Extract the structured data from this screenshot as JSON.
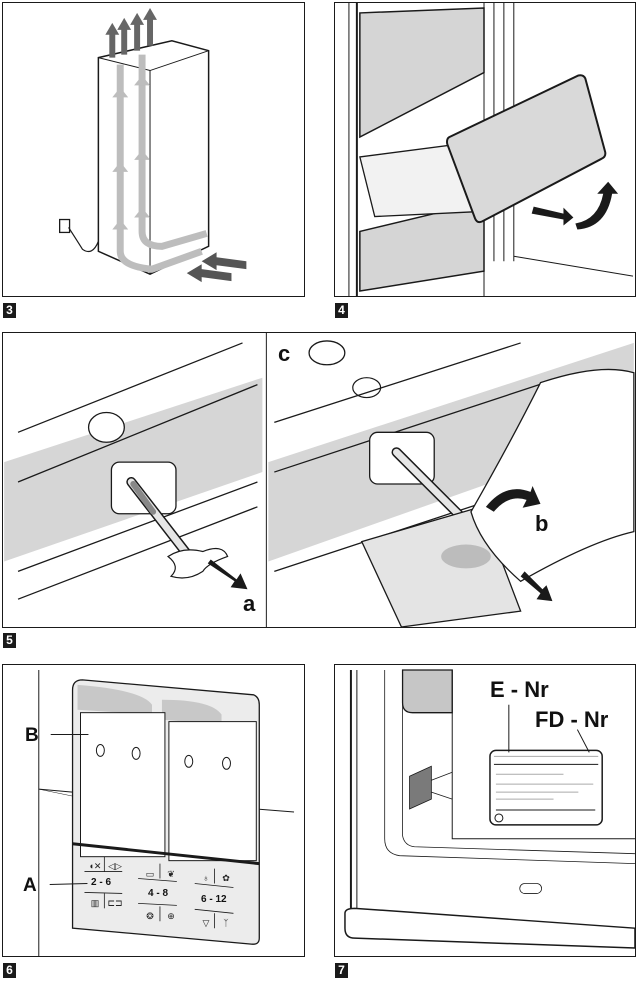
{
  "figures": [
    {
      "number": "3",
      "caption": "Ventilation airflow: air enters at the bottom front, rises behind the appliance and exits at the top"
    },
    {
      "number": "4",
      "caption": "Removing the drawer: pull out, then tilt upward"
    },
    {
      "number": "5",
      "caption": "Draining the defrost water",
      "labels": {
        "a": "a",
        "b": "b",
        "c": "c"
      }
    },
    {
      "number": "6",
      "caption": "Freezer drawer fronts and food storage table",
      "labels": {
        "A": "A",
        "B": "B"
      },
      "storage_table": [
        {
          "months": "2 - 6",
          "icons_top": [
            "fish-fatty-icon",
            "fish-icon"
          ],
          "icons_bottom": [
            "baked-goods-icon",
            "cooked-dish-icon"
          ]
        },
        {
          "months": "4 - 8",
          "icons_top": [
            "sausage-icon",
            "mushroom-icon"
          ],
          "icons_bottom": [
            "poultry-icon",
            "game-icon"
          ]
        },
        {
          "months": "6 - 12",
          "icons_top": [
            "vegetables-icon",
            "fruit-icon"
          ],
          "icons_bottom": [
            "beef-icon",
            "venison-icon"
          ]
        }
      ]
    },
    {
      "number": "7",
      "caption": "Rating plate location",
      "labels": {
        "e_nr": "E - Nr",
        "fd_nr": "FD - Nr"
      }
    }
  ]
}
